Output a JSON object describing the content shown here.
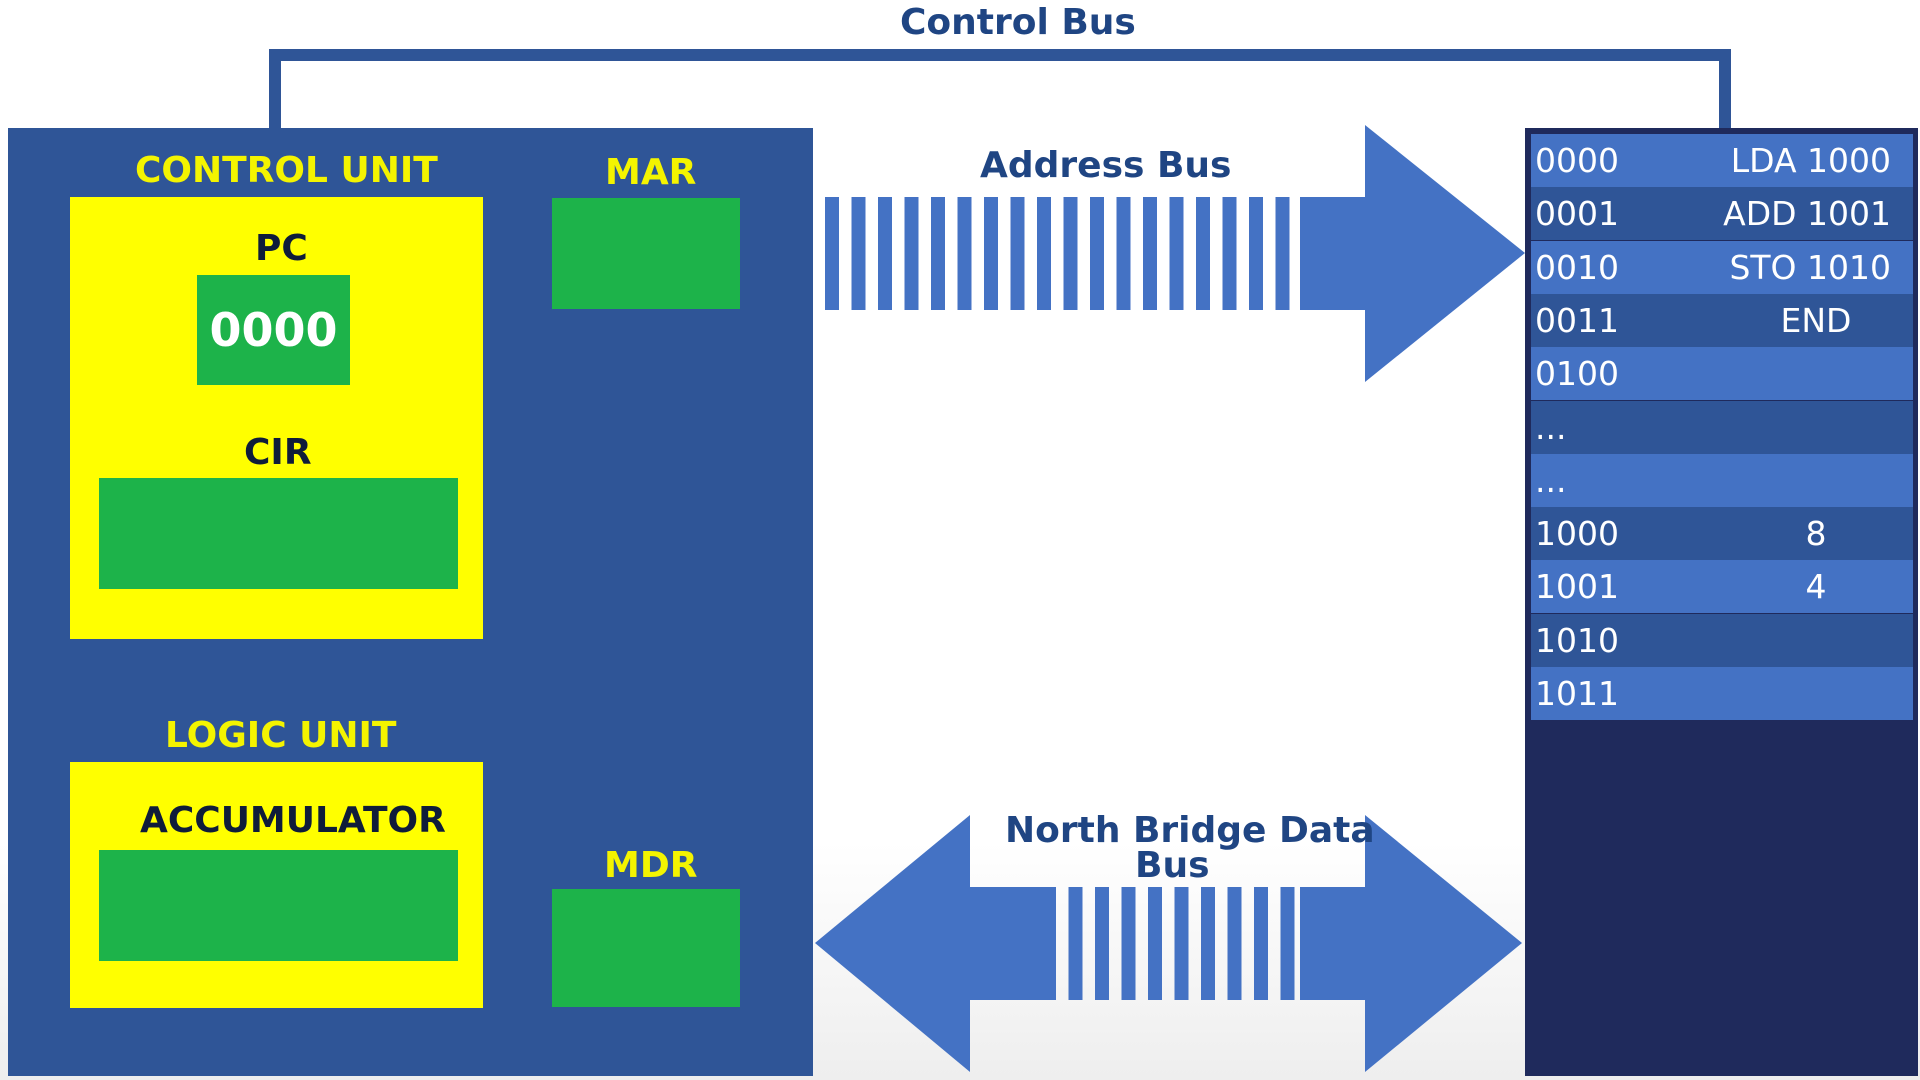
{
  "control_bus": {
    "label": "Control Bus"
  },
  "address_bus": {
    "label": "Address Bus"
  },
  "data_bus": {
    "label_line1": "North Bridge Data",
    "label_line2": "Bus"
  },
  "cpu": {
    "control_unit_label": "CONTROL UNIT",
    "pc_label": "PC",
    "pc_value": "0000",
    "cir_label": "CIR",
    "logic_unit_label": "LOGIC UNIT",
    "accumulator_label": "ACCUMULATOR",
    "mar_label": "MAR",
    "mdr_label": "MDR"
  },
  "memory": {
    "rows": [
      {
        "address": "0000",
        "value": "LDA 1000"
      },
      {
        "address": "0001",
        "value": "ADD 1001"
      },
      {
        "address": "0010",
        "value": "STO 1010"
      },
      {
        "address": "0011",
        "value": "END"
      },
      {
        "address": "0100",
        "value": ""
      },
      {
        "address": "...",
        "value": ""
      },
      {
        "address": "...",
        "value": ""
      },
      {
        "address": "1000",
        "value": "8"
      },
      {
        "address": "1001",
        "value": "4"
      },
      {
        "address": "1010",
        "value": ""
      },
      {
        "address": "1011",
        "value": ""
      }
    ]
  },
  "colors": {
    "cpu_blue": "#2f5597",
    "bus_blue": "#4472c4",
    "register_green": "#1db34a",
    "unit_yellow": "#ffff00",
    "memory_navy": "#1f2a5c"
  }
}
